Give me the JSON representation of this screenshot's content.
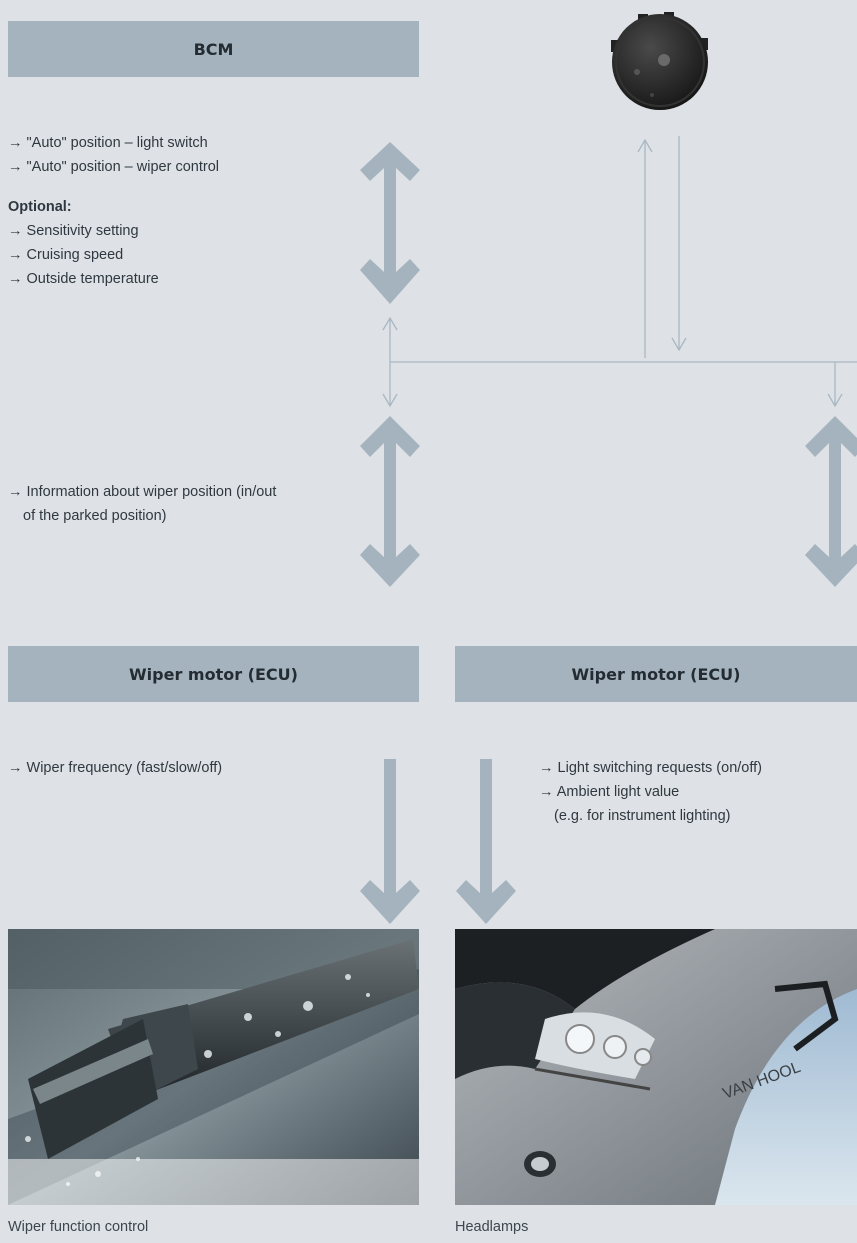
{
  "boxes": {
    "bcm": "BCM",
    "wiper_motor_left": "Wiper motor (ECU)",
    "wiper_motor_right": "Wiper motor (ECU)"
  },
  "bcm_info": {
    "items": [
      "→ \"Auto\" position – light switch",
      "→ \"Auto\" position – wiper control"
    ],
    "optional_heading": "Optional:",
    "optional_items": [
      "→ Sensitivity setting",
      "→ Cruising speed",
      "→ Outside temperature"
    ]
  },
  "wiper_position_info": [
    "→ Information about wiper position (in/out",
    "of the parked position)"
  ],
  "wiper_frequency_info": "→ Wiper frequency (fast/slow/off)",
  "light_info": [
    "→ Light switching requests (on/off)",
    "→ Ambient light value",
    "(e.g. for instrument lighting)"
  ],
  "captions": {
    "wiper": "Wiper function control",
    "headlamps": "Headlamps"
  },
  "colors": {
    "background": "#dee2e6",
    "box": "#a5b3be",
    "arrow": "#a5b3be",
    "thin_line": "#a9b7c2"
  }
}
